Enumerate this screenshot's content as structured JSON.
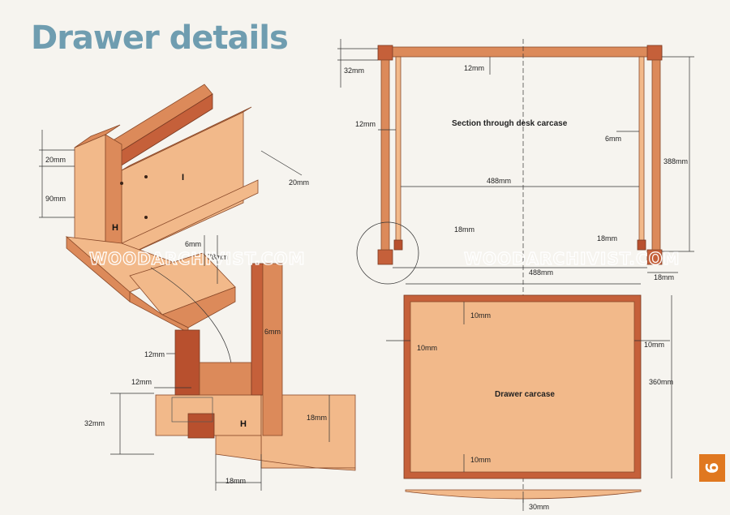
{
  "title": "Drawer details",
  "page_number": "6",
  "watermarks": [
    "WOODARCHIVIST.COM",
    "WOODARCHIVIST.COM"
  ],
  "isometric": {
    "dims": [
      "20mm",
      "90mm",
      "20mm",
      "6mm",
      "78mm"
    ],
    "labels": [
      "I",
      "H"
    ]
  },
  "joint": {
    "dims": [
      "12mm",
      "12mm",
      "32mm",
      "6mm",
      "18mm",
      "18mm"
    ],
    "label": "H"
  },
  "section": {
    "title": "Section through desk carcase",
    "dims": [
      "32mm",
      "12mm",
      "12mm",
      "6mm",
      "388mm",
      "488mm",
      "18mm",
      "18mm",
      "488mm",
      "18mm"
    ]
  },
  "drawer": {
    "title": "Drawer carcase",
    "dims": [
      "10mm",
      "10mm",
      "10mm",
      "360mm",
      "10mm",
      "30mm"
    ]
  }
}
